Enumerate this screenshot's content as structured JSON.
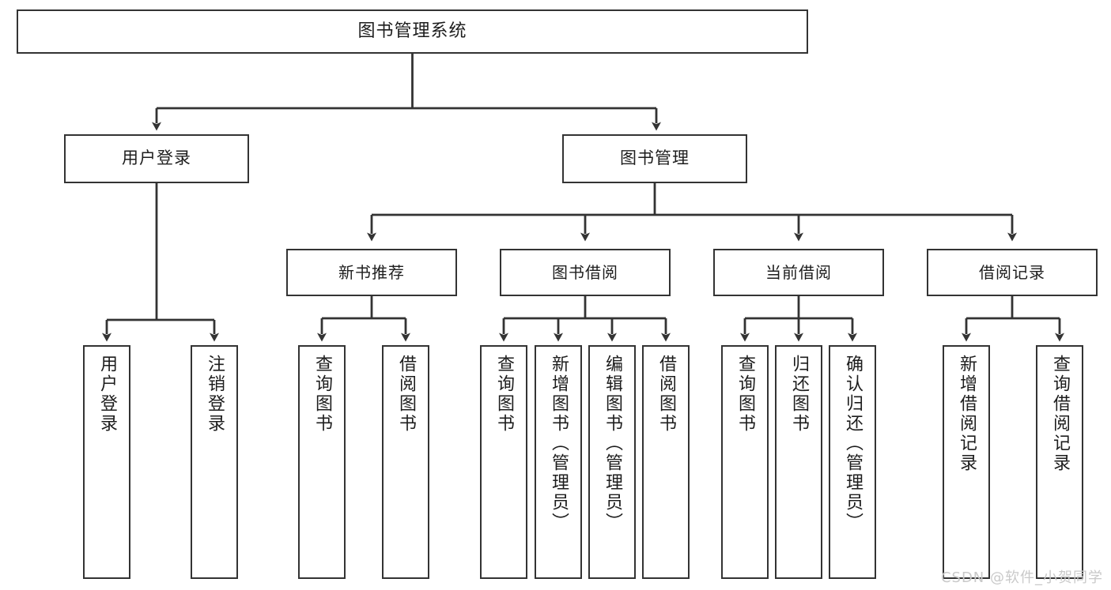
{
  "diagram": {
    "type": "tree",
    "title": "图书管理系统",
    "watermark": "CSDN @软件_小贺同学",
    "colors": {
      "box_border": "#333333",
      "box_fill": "#ffffff",
      "connector": "#333333",
      "text": "#1d1d1d",
      "watermark": "#c9c9c9",
      "background": "#ffffff"
    },
    "nodes": {
      "root": {
        "label": "图书管理系统"
      },
      "level2": [
        {
          "label": "用户登录"
        },
        {
          "label": "图书管理"
        }
      ],
      "level3": [
        {
          "label": "新书推荐"
        },
        {
          "label": "图书借阅"
        },
        {
          "label": "当前借阅"
        },
        {
          "label": "借阅记录"
        }
      ],
      "leaves": {
        "user_login": [
          {
            "label": "用户登录"
          },
          {
            "label": "注销登录"
          }
        ],
        "new_book_recommend": [
          {
            "label": "查询图书"
          },
          {
            "label": "借阅图书"
          }
        ],
        "book_borrow": [
          {
            "label": "查询图书"
          },
          {
            "label": "新增图书（管理员）"
          },
          {
            "label": "编辑图书（管理员）"
          },
          {
            "label": "借阅图书"
          }
        ],
        "current_borrow": [
          {
            "label": "查询图书"
          },
          {
            "label": "归还图书"
          },
          {
            "label": "确认归还（管理员）"
          }
        ],
        "borrow_records": [
          {
            "label": "新增借阅记录"
          },
          {
            "label": "查询借阅记录"
          }
        ]
      }
    }
  }
}
